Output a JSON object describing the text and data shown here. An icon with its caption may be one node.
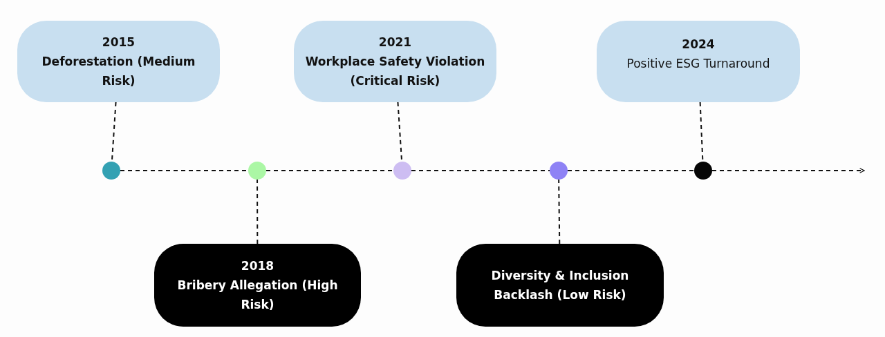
{
  "diagram": {
    "nodes": [
      {
        "text": [
          "2015",
          "Deforestation (Medium Risk)"
        ]
      },
      {
        "text": [
          "2018",
          "Bribery Allegation (High Risk)"
        ]
      },
      {
        "text": [
          "2021",
          "Workplace Safety Violation (Critical Risk)"
        ]
      },
      {
        "text": [
          "Diversity & Inclusion Backlash (Low Risk)"
        ]
      },
      {
        "text": [
          "2024",
          "Positive ESG Turnaround"
        ]
      },
      {
        "text": [],
        "shape": "circle"
      },
      {
        "text": [],
        "shape": "circle"
      },
      {
        "text": [],
        "shape": "circle"
      },
      {
        "text": [],
        "shape": "circle"
      },
      {
        "text": [],
        "shape": "circle"
      }
    ],
    "edges": [
      {
        "from": 5,
        "to": 6,
        "arrow": "none",
        "style": "dashed"
      },
      {
        "from": 6,
        "to": 7,
        "arrow": "none",
        "style": "dashed"
      },
      {
        "from": 7,
        "to": 8,
        "arrow": "none",
        "style": "dashed"
      },
      {
        "from": 8,
        "to": 9,
        "arrow": "none",
        "style": "dashed"
      },
      {
        "from": 9,
        "to": null,
        "arrow": "to",
        "style": "dashed"
      },
      {
        "from": 0,
        "to": 5,
        "arrow": "none",
        "style": "dashed"
      },
      {
        "from": 1,
        "to": 6,
        "arrow": "none",
        "style": "dashed"
      },
      {
        "from": 2,
        "to": 7,
        "arrow": "none",
        "style": "dashed"
      },
      {
        "from": 3,
        "to": 8,
        "arrow": "none",
        "style": "dashed"
      },
      {
        "from": 4,
        "to": 9,
        "arrow": "none",
        "style": "dashed"
      }
    ]
  }
}
